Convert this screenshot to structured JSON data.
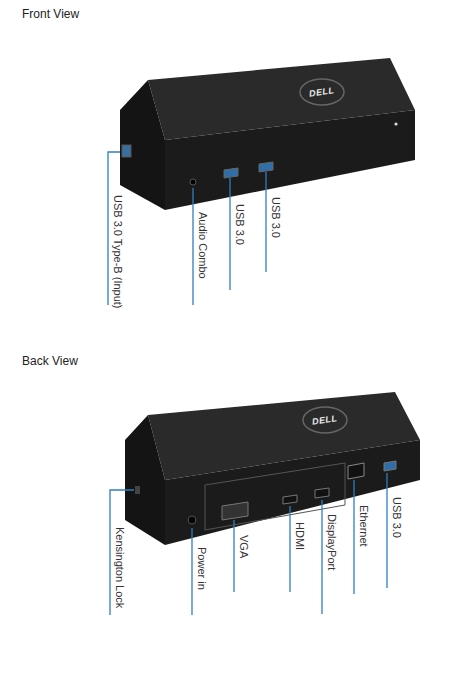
{
  "diagram": {
    "labels": [
      "Front View",
      "USB 3.0 Type-B (Input)",
      "Audio Combo",
      "USB 3.0",
      "USB 3.0",
      "Back View",
      "Kensington Lock",
      "Power in",
      "VGA",
      "HDMI",
      "DisplayPort",
      "Ethernet",
      "USB 3.0",
      "DELL",
      "DELL"
    ]
  }
}
